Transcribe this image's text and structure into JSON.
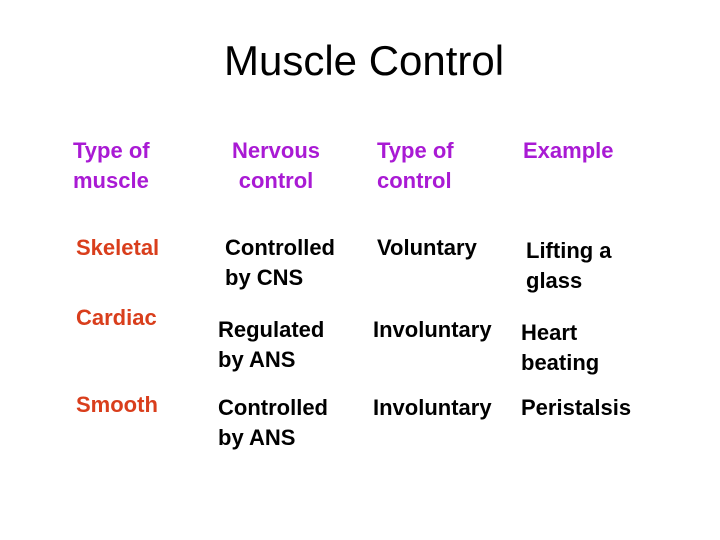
{
  "slide": {
    "title": "Muscle Control",
    "colors": {
      "background": "#ffffff",
      "title_text": "#000000",
      "header_text": "#A91AD4",
      "muscle_label": "#D93E1C",
      "body_text": "#000000"
    },
    "table": {
      "headers": {
        "muscle": "Type of\nmuscle",
        "nervous": "Nervous\ncontrol",
        "control": "Type of\ncontrol",
        "example": "Example"
      },
      "rows": [
        {
          "muscle": "Skeletal",
          "nervous": "Controlled\nby CNS",
          "control": "Voluntary",
          "example": "Lifting a\nglass"
        },
        {
          "muscle": "Cardiac",
          "nervous": "Regulated\nby ANS",
          "control": "Involuntary",
          "example": "Heart\nbeating"
        },
        {
          "muscle": "Smooth",
          "nervous": "Controlled\nby ANS",
          "control": "Involuntary",
          "example": "Peristalsis"
        }
      ]
    }
  }
}
